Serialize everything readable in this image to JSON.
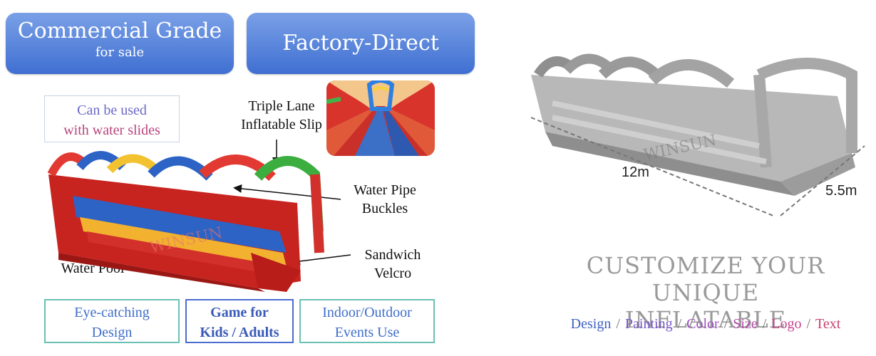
{
  "pills": {
    "commercial_title": "Commercial Grade",
    "commercial_sub": "for sale",
    "factory": "Factory-Direct"
  },
  "badge": {
    "line1": "Can be used",
    "line2": "with water slides"
  },
  "callouts": {
    "triple_1": "Triple Lane",
    "triple_2": "Inflatable Slip",
    "pipe_1": "Water Pipe",
    "pipe_2": "Buckles",
    "pool": "Water Pool",
    "velcro_1": "Sandwich",
    "velcro_2": "Velcro"
  },
  "features": {
    "eye_1": "Eye-catching",
    "eye_2": "Design",
    "game_1": "Game for",
    "game_2": "Kids / Adults",
    "indoor_1": "Indoor/Outdoor",
    "indoor_2": "Events Use"
  },
  "dimensions": {
    "length": "12m",
    "width": "5.5m"
  },
  "customize": {
    "title_1": "CUSTOMIZE YOUR UNIQUE",
    "title_2": "INFLATABLE",
    "options": [
      "Design",
      "Painting",
      "Color",
      "Size",
      "Logo",
      "Text"
    ],
    "separator": "/",
    "option_colors": [
      "#3f62c2",
      "#7456c7",
      "#9d4fbf",
      "#b149a9",
      "#c9438e",
      "#c8416f"
    ]
  },
  "colors": {
    "pill_blue": "#4a78d8",
    "slide_red": "#d42a24",
    "grey_title": "#9a9a9a"
  }
}
